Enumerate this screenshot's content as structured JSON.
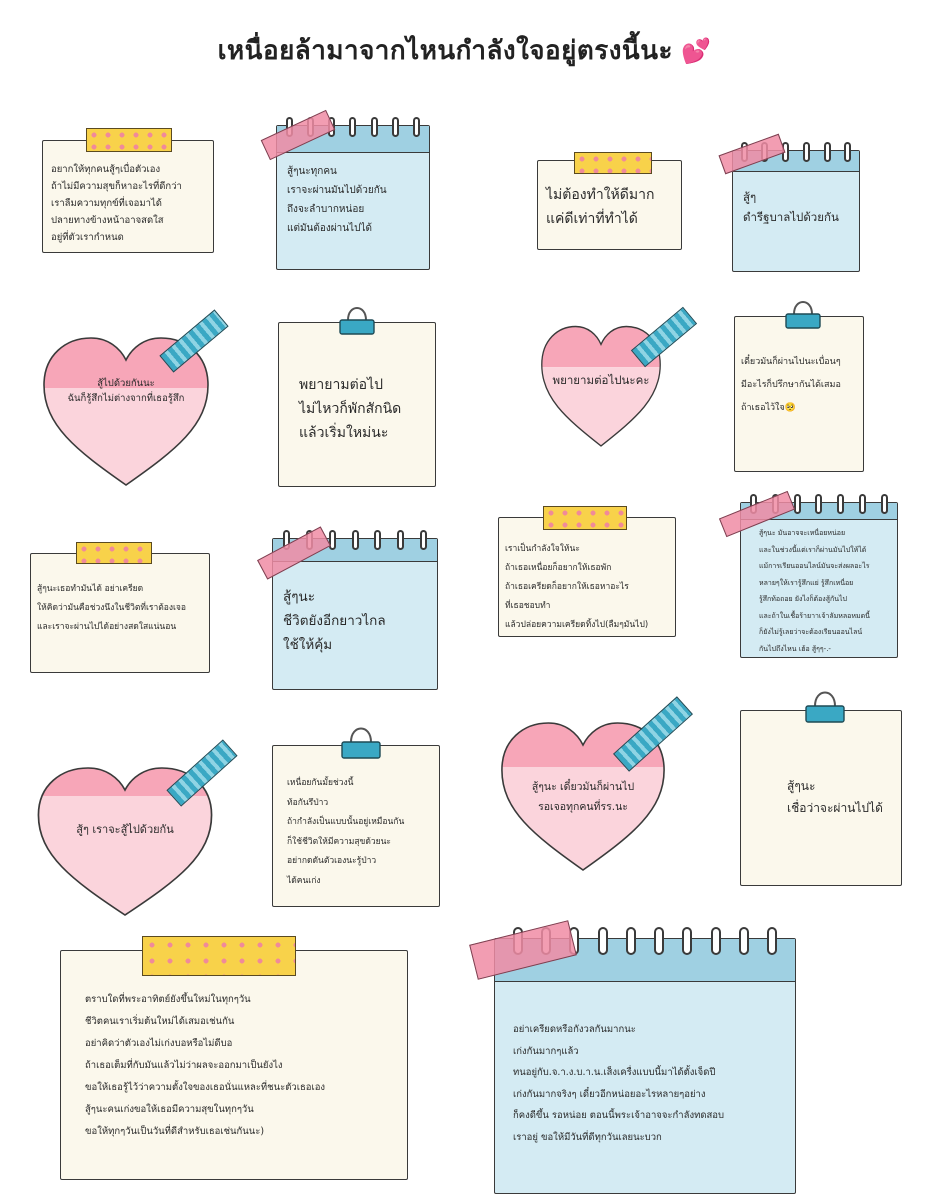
{
  "title": "เหนื่อยล้ามาจากไหนกำลังใจอยู่ตรงนี้นะ",
  "title_emoji": "💕",
  "notes": {
    "n1": "อยากให้ทุกคนสู้ๆเบื่อตัวเอง\nถ้าไม่มีความสุขก็หาอะไรที่ดีกว่า\nเราลืมความทุกข์ที่เจอมาได้\nปลายทางข้างหน้าอาจสดใส\nอยู่ที่ตัวเรากำหนด",
    "n2": "สู้ๆนะทุกคน\nเราจะผ่านมันไปด้วยกัน\nถึงจะลำบากหน่อย\nแต่มันต้องผ่านไปได้",
    "n3": "ไม่ต้องทำให้ดีมาก\nแค่ดีเท่าที่ทำได้",
    "n4": "สู้ๆ\nดำรีฐบาลไปด้วยกัน",
    "n5": "สู้ไปด้วยกันนะ\nฉันก็รู้สึกไม่ต่างจากที่เธอรู้สึก",
    "n6": "พยายามต่อไป\nไม่ไหวก็พักสักนิด\nแล้วเริ่มใหม่นะ",
    "n7": "พยายามต่อไปนะคะ",
    "n8": "เดี๋ยวมันก็ผ่านไปนะเบื่อนๆ\nมีอะไรก็ปรึกษากันได้เสมอ\nถ้าเธอไว้ใจ",
    "n8_emoji": "🥺",
    "n9": "สู้ๆนะเธอทำมันได้ อย่าเครียด\nให้คิดว่ามันคือช่วงนึงในชีวิตที่เราต้องเจอ\nและเราจะผ่านไปได้อย่างสดใสแน่นอน",
    "n10": "สู้ๆนะ\nชีวิตยังอีกยาวไกล\nใช้ให้คุ้ม",
    "n11": "เราเป็นกำลังใจให้นะ\nถ้าเธอเหนื่อยก็อยากให้เธอพัก\nถ้าเธอเครียดก็อยากให้เธอหาอะไร\nที่เธอชอบทำ\nแล้วปล่อยความเครียดทิ้งไป(ลืมๆมันไป)",
    "n12": "สู้ๆนะ มันอาจจะเหนื่อยหน่อย\nและในช่วงนี้แต่เราก็ผ่านมันไปให้ได้\nแม้การเรียนออนไลน์มันจะส่งผลอะไร\nหลายๆให้เรารู้สึกแย่ รู้สึกเหนื่อย\nรู้สึกท้อถอย ยังไงก็ต้องสู้กันไป\nและถ้าในเชื้อร้ายาาเจ้าลัมหลอหมดนี้\nก็ยังไม่รู้เลยว่าจะต้องเรียนออนไลน์\nกันไปถึงไหน เฮ้อ สู้ๆๆ-.-",
    "n13": "สู้ๆ เราจะสู้ไปด้วยกัน",
    "n14": "เหนื่อยกันมั้ยช่วงนี้\nท้อกันรึป่าว\nถ้ากำลังเป็นแบบนั้นอยู่เหมือนกัน\nก็ใช้ชีวิตให้มีความสุขด้วยนะ\nอย่ากดดันตัวเองนะรู้ป่าว\nได้คนเก่ง",
    "n15": "สู้ๆนะ เดี๋ยวมันก็ผ่านไป\nรอเจอทุกคนที่รร.นะ",
    "n16": "สู้ๆนะ\nเชื่อว่าจะผ่านไปได้",
    "n17": "ตราบใดที่พระอาทิตย์ยังขึ้นใหม่ในทุกๆวัน\nชีวิตคนเราเริ่มต้นใหม่ได้เสมอเช่นกัน\nอย่าคิดว่าตัวเองไม่เก่งบอหรือไม่ดีบอ\nถ้าเธอเต็มที่กับมันแล้วไม่ว่าผลจะออกมาเป็นยังไง\nขอให้เธอรู้ไว้ว่าความตั้งใจของเธอนั่นแหละที่ชนะตัวเธอเอง\nสู้ๆนะคนเก่งขอให้เธอมีความสุขในทุกๆวัน\nขอให้ทุกๆวันเป็นวันที่ดีสำหรับเธอเช่นกันนะ)",
    "n18": "อย่าเครียดหรือกังวลกันมากนะ\nเก่งกันมากๆแล้ว\nทนอยู่กับ.จ.า.ง.บ.า.น.เส็งเครื่งแบบนี้มาได้ตั้งเจ็ดปี\nเก่งกันมากจริงๆ เดี๋ยวอีกหน่อยอะไรหลายๆอย่าง\nก็คงดีขึ้น รอหน่อย ตอนนี้พระเจ้าอาจจะกำลังทดสอบ\nเราอยู่ ขอให้มีวันที่ดีทุกวันเลยนะบวก"
  },
  "colors": {
    "cream": "#fbf8ec",
    "blue": "#d4ebf3",
    "blue_header": "#9fd0e2",
    "heart_top": "#f7a6b8",
    "heart_bottom": "#fbd4dc",
    "tape_yellow": "#f8d24a",
    "tape_pink": "#f08ca5",
    "tape_teal": "#3aa8c4"
  }
}
